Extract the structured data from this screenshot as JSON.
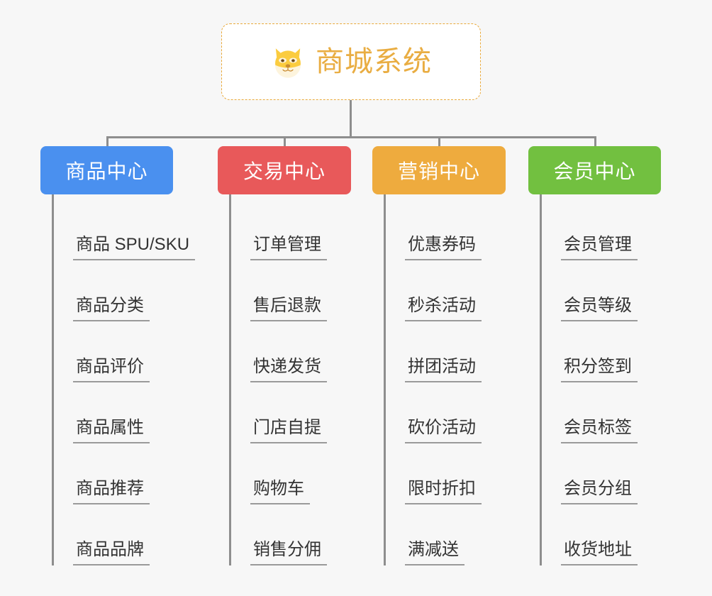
{
  "page": {
    "background_color": "#f7f7f7",
    "connector_color": "#8e8e8e",
    "item_text_color": "#333333",
    "item_underline_color": "#9a9a9a"
  },
  "root": {
    "title": "商城系统",
    "icon": "shiba-dog-icon",
    "title_color": "#e9ad42",
    "border_color": "#e9a93a",
    "background_color": "#ffffff"
  },
  "categories": [
    {
      "label": "商品中心",
      "color": "#4a90ef",
      "items": [
        {
          "label": "商品 SPU/SKU"
        },
        {
          "label": "商品分类"
        },
        {
          "label": "商品评价"
        },
        {
          "label": "商品属性"
        },
        {
          "label": "商品推荐"
        },
        {
          "label": "商品品牌"
        }
      ]
    },
    {
      "label": "交易中心",
      "color": "#e8595a",
      "items": [
        {
          "label": "订单管理"
        },
        {
          "label": "售后退款"
        },
        {
          "label": "快递发货"
        },
        {
          "label": "门店自提"
        },
        {
          "label": "购物车"
        },
        {
          "label": "销售分佣"
        }
      ]
    },
    {
      "label": "营销中心",
      "color": "#eeab3e",
      "items": [
        {
          "label": "优惠券码"
        },
        {
          "label": "秒杀活动"
        },
        {
          "label": "拼团活动"
        },
        {
          "label": "砍价活动"
        },
        {
          "label": "限时折扣"
        },
        {
          "label": "满减送"
        }
      ]
    },
    {
      "label": "会员中心",
      "color": "#72c040",
      "items": [
        {
          "label": "会员管理"
        },
        {
          "label": "会员等级"
        },
        {
          "label": "积分签到"
        },
        {
          "label": "会员标签"
        },
        {
          "label": "会员分组"
        },
        {
          "label": "收货地址"
        }
      ]
    }
  ]
}
